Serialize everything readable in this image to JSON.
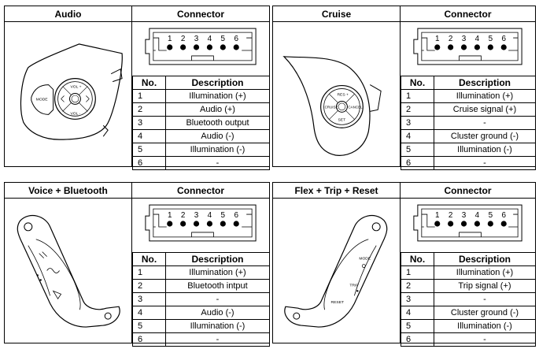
{
  "table_header": {
    "no": "No.",
    "description": "Description"
  },
  "connector_header": "Connector",
  "connector_pins": [
    "1",
    "2",
    "3",
    "4",
    "5",
    "6"
  ],
  "panels": [
    {
      "title": "Audio",
      "device_labels": [
        "MODE",
        "VOL +",
        "VOL -"
      ],
      "rows": [
        {
          "no": "1",
          "description": "Illumination (+)"
        },
        {
          "no": "2",
          "description": "Audio (+)"
        },
        {
          "no": "3",
          "description": "Bluetooth output"
        },
        {
          "no": "4",
          "description": "Audio (-)"
        },
        {
          "no": "5",
          "description": "Illumination (-)"
        },
        {
          "no": "6",
          "description": "-"
        }
      ]
    },
    {
      "title": "Cruise",
      "device_labels": [
        "RES +",
        "CRUISE",
        "CANCEL",
        "SET"
      ],
      "rows": [
        {
          "no": "1",
          "description": "Illumination (+)"
        },
        {
          "no": "2",
          "description": "Cruise signal (+)"
        },
        {
          "no": "3",
          "description": "-"
        },
        {
          "no": "4",
          "description": "Cluster ground (-)"
        },
        {
          "no": "5",
          "description": "Illumination (-)"
        },
        {
          "no": "6",
          "description": "-"
        }
      ]
    },
    {
      "title": "Voice + Bluetooth",
      "device_labels": [],
      "rows": [
        {
          "no": "1",
          "description": "Illumination (+)"
        },
        {
          "no": "2",
          "description": "Bluetooth intput"
        },
        {
          "no": "3",
          "description": "-"
        },
        {
          "no": "4",
          "description": "Audio (-)"
        },
        {
          "no": "5",
          "description": "Illumination (-)"
        },
        {
          "no": "6",
          "description": "-"
        }
      ]
    },
    {
      "title": "Flex + Trip + Reset",
      "device_labels": [
        "MODE",
        "TRIP",
        "RESET"
      ],
      "rows": [
        {
          "no": "1",
          "description": "Illumination (+)"
        },
        {
          "no": "2",
          "description": "Trip signal (+)"
        },
        {
          "no": "3",
          "description": "-"
        },
        {
          "no": "4",
          "description": "Cluster ground (-)"
        },
        {
          "no": "5",
          "description": "Illumination (-)"
        },
        {
          "no": "6",
          "description": "-"
        }
      ]
    }
  ]
}
